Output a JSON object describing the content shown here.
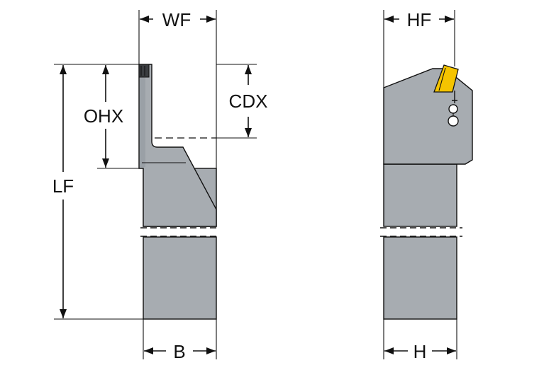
{
  "labels": {
    "wf": "WF",
    "cdx": "CDX",
    "ohx": "OHX",
    "lf": "LF",
    "b": "B",
    "hf": "HF",
    "h": "H"
  },
  "colors": {
    "body": "#a7acb1",
    "insert": "#f5c400",
    "line": "#111111"
  }
}
